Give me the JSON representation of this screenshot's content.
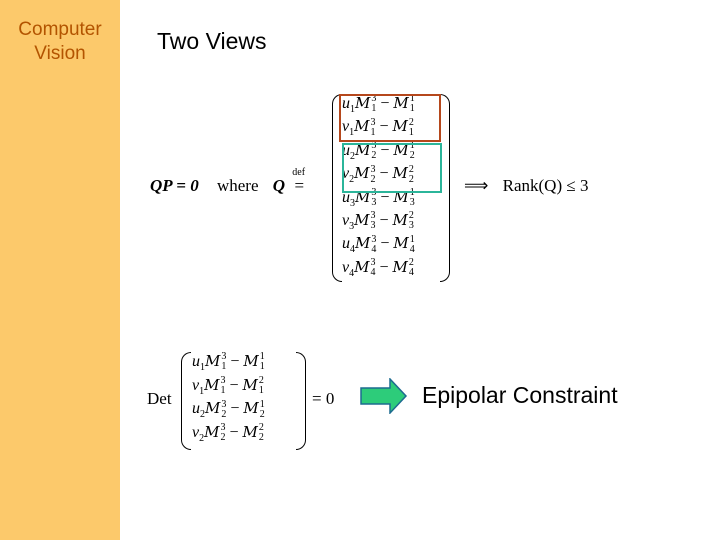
{
  "sidebar": {
    "title_line1": "Computer",
    "title_line2": "Vision"
  },
  "slide": {
    "title": "Two Views"
  },
  "equation1": {
    "lhs": "QP = 0",
    "where": "where",
    "q": "Q",
    "def": "def",
    "implies": "⟹",
    "rank": "Rank(Q) ≤ 3",
    "rows": [
      {
        "coef": "u",
        "i": "1",
        "top": "3",
        "j": "1",
        "rhs_top": "1"
      },
      {
        "coef": "v",
        "i": "1",
        "top": "3",
        "j": "1",
        "rhs_top": "2"
      },
      {
        "coef": "u",
        "i": "2",
        "top": "3",
        "j": "2",
        "rhs_top": "1"
      },
      {
        "coef": "v",
        "i": "2",
        "top": "3",
        "j": "2",
        "rhs_top": "2"
      },
      {
        "coef": "u",
        "i": "3",
        "top": "3",
        "j": "3",
        "rhs_top": "1"
      },
      {
        "coef": "v",
        "i": "3",
        "top": "3",
        "j": "3",
        "rhs_top": "2"
      },
      {
        "coef": "u",
        "i": "4",
        "top": "3",
        "j": "4",
        "rhs_top": "1"
      },
      {
        "coef": "v",
        "i": "4",
        "top": "3",
        "j": "4",
        "rhs_top": "2"
      }
    ]
  },
  "equation2": {
    "det": "Det",
    "eq": "= 0",
    "rows": [
      {
        "coef": "u",
        "i": "1",
        "top": "3",
        "j": "1",
        "rhs_top": "1"
      },
      {
        "coef": "v",
        "i": "1",
        "top": "3",
        "j": "1",
        "rhs_top": "2"
      },
      {
        "coef": "u",
        "i": "2",
        "top": "3",
        "j": "2",
        "rhs_top": "1"
      },
      {
        "coef": "v",
        "i": "2",
        "top": "3",
        "j": "2",
        "rhs_top": "2"
      }
    ]
  },
  "result": {
    "label": "Epipolar Constraint"
  },
  "colors": {
    "sidebar": "#fcc96b",
    "sidebar_text": "#b35400",
    "box_view1": "#b5471c",
    "box_view2": "#2bb59a",
    "arrow_fill": "#2dcc7a",
    "arrow_stroke": "#1d6b8f"
  }
}
